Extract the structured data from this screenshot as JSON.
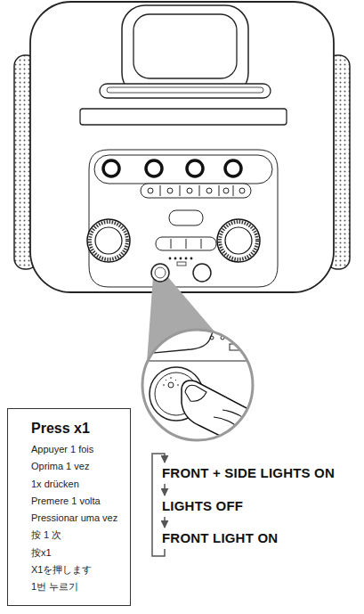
{
  "diagram": {
    "nodes": [
      {
        "text": [
          "Press x1",
          "Appuyer 1 fois",
          "Oprima 1 vez",
          "1x drücken",
          "Premere 1 volta",
          "Pressionar uma vez",
          "按 1 次",
          "按x1",
          "X1を押します",
          "1번 누르기"
        ]
      },
      {
        "text": [
          "FRONT + SIDE LIGHTS ON"
        ]
      },
      {
        "text": [
          "LIGHTS OFF"
        ]
      },
      {
        "text": [
          "FRONT LIGHT ON"
        ]
      }
    ],
    "edges": [
      {
        "from": 1,
        "to": 2,
        "arrow": "to"
      },
      {
        "from": 2,
        "to": 3,
        "arrow": "to"
      },
      {
        "from": 3,
        "to": 1,
        "arrow": "to"
      }
    ]
  }
}
